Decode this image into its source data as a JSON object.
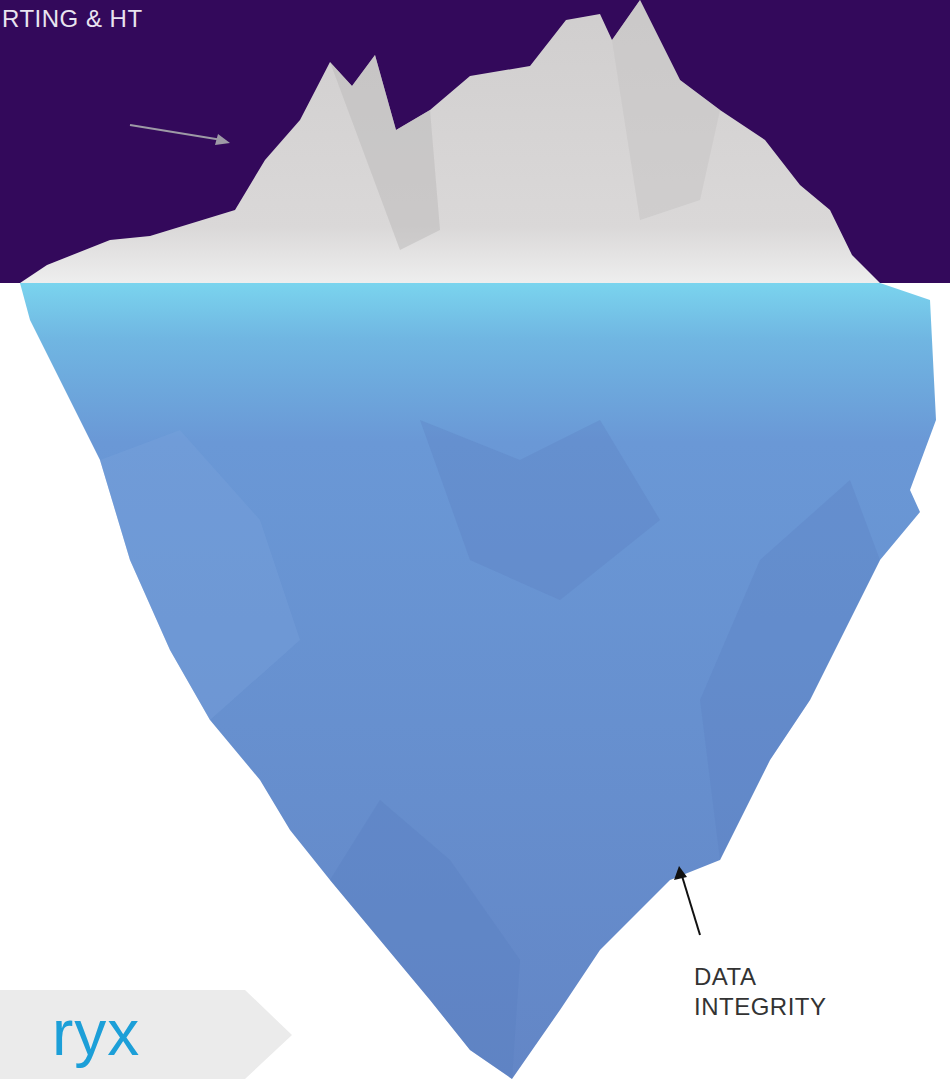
{
  "diagram": {
    "labels": [
      "RTING & HT",
      "DATA INTEGRITY",
      "ryx"
    ]
  }
}
